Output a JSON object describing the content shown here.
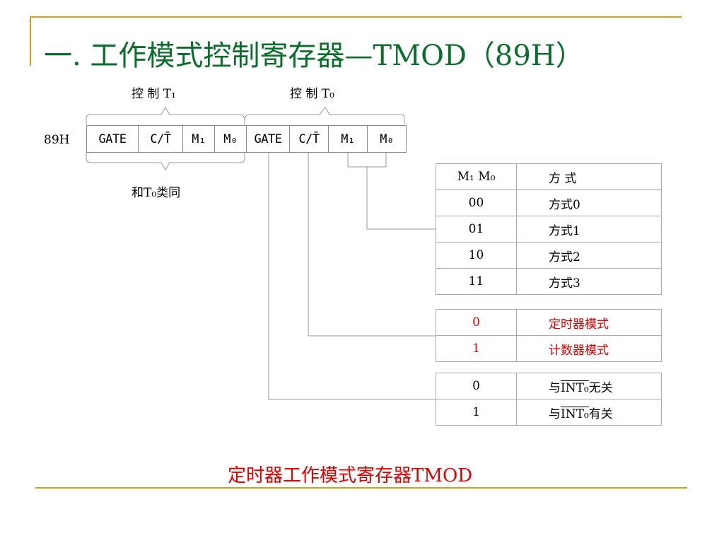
{
  "title": "一. 工作模式控制寄存器—TMOD（89H）",
  "control_t1_label": "控 制 T₁",
  "control_t0_label": "控 制 T₀",
  "same_as_t0_label": "和T₀类同",
  "register_address": "89H",
  "register_bits": [
    "GATE",
    "C/T̄",
    "M₁",
    "M₀",
    "GATE",
    "C/T̄",
    "M₁",
    "M₀"
  ],
  "mode_table": {
    "header": [
      "M₁ M₀",
      "方 式"
    ],
    "rows": [
      [
        "00",
        "方式0"
      ],
      [
        "01",
        "方式1"
      ],
      [
        "10",
        "方式2"
      ],
      [
        "11",
        "方式3"
      ]
    ]
  },
  "ct_table": {
    "rows": [
      [
        "0",
        "定时器模式"
      ],
      [
        "1",
        "计数器模式"
      ]
    ]
  },
  "gate_table": {
    "rows": [
      [
        "0",
        "与",
        "INT₀",
        "无关"
      ],
      [
        "1",
        "与",
        "INT₀",
        "有关"
      ]
    ]
  },
  "caption": "定时器工作模式寄存器TMOD",
  "colors": {
    "title": "#0a6e2a",
    "accent": "#e00000",
    "frame": "#d4a017"
  }
}
